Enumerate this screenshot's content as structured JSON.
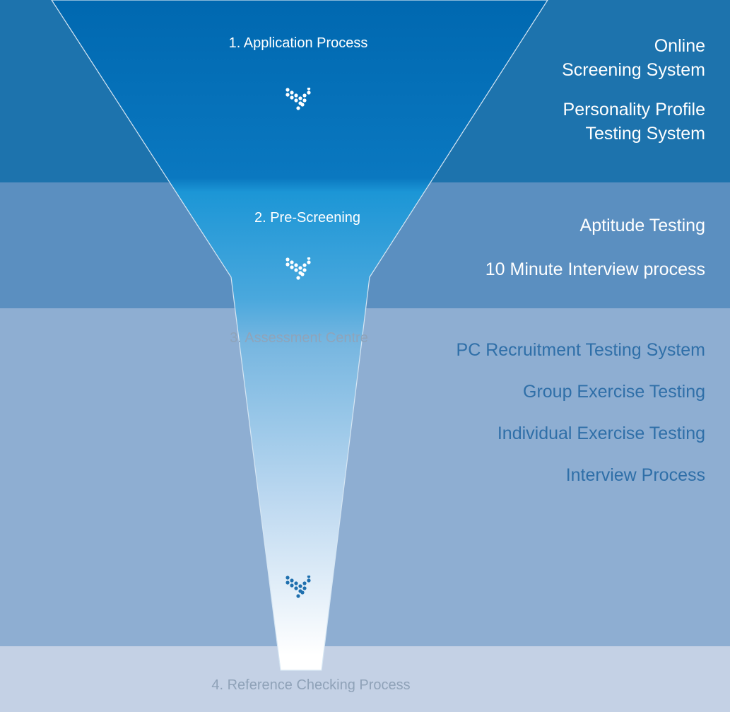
{
  "stages": [
    {
      "label": "1. Application Process"
    },
    {
      "label": "2. Pre-Screening"
    },
    {
      "label": "3. Assessment Centre"
    },
    {
      "label": "4. Reference Checking Process"
    }
  ],
  "methods": {
    "stage_1": [
      {
        "text": "Online\nScreening System"
      },
      {
        "text": "Personality Profile\nTesting System"
      }
    ],
    "stage_2": [
      {
        "text": "Aptitude Testing"
      },
      {
        "text": "10 Minute Interview process"
      }
    ],
    "stage_3": [
      {
        "text": "PC Recruitment Testing System"
      },
      {
        "text": "Group Exercise Testing"
      },
      {
        "text": "Individual Exercise Testing"
      },
      {
        "text": "Interview Process"
      }
    ]
  },
  "icons": [
    "dotted-v-logo-icon",
    "dotted-v-logo-icon",
    "dotted-v-logo-icon"
  ],
  "colors": {
    "band_1": "#1d73ad",
    "band_2": "#5b8fc0",
    "band_3": "#8eaed2",
    "band_4": "#c4d1e5",
    "funnel_top": "#0068b0",
    "funnel_mid": "#1e9ad8",
    "funnel_bottom": "#ffffff",
    "accent_text": "#2f6fa8"
  }
}
